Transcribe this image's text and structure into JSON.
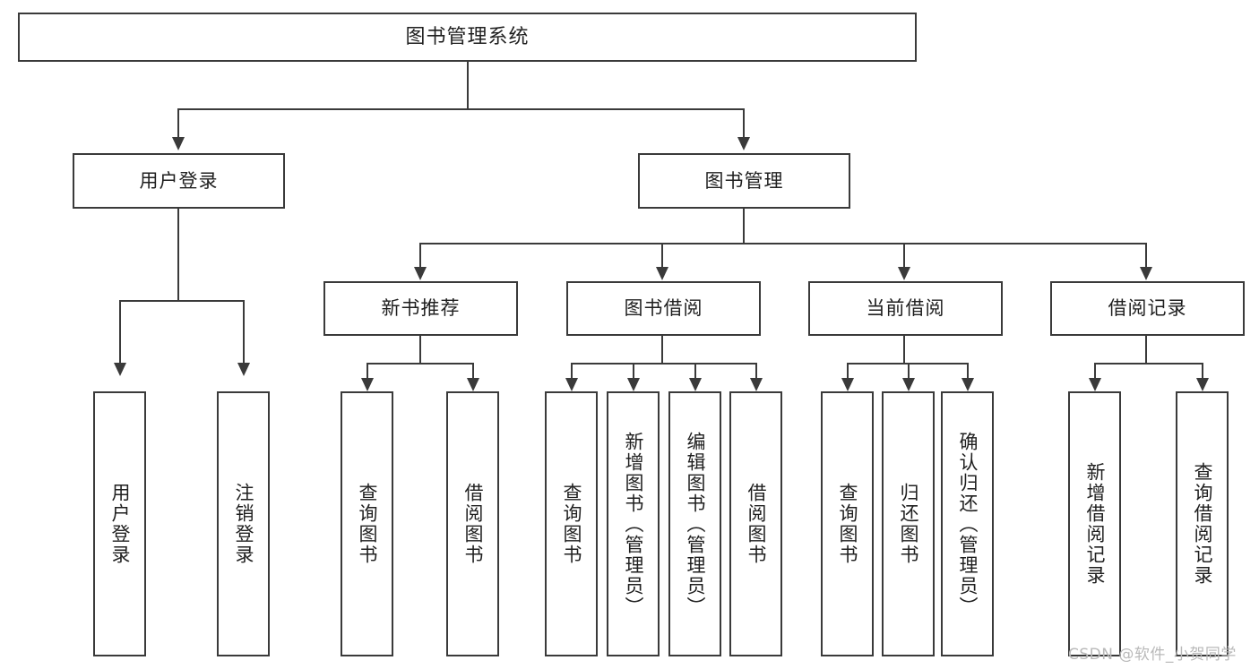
{
  "diagram": {
    "type": "tree",
    "title": "图书管理系统",
    "root": {
      "label": "图书管理系统"
    },
    "level1": [
      {
        "label": "用户登录"
      },
      {
        "label": "图书管理"
      }
    ],
    "level2": [
      {
        "label": "新书推荐"
      },
      {
        "label": "图书借阅"
      },
      {
        "label": "当前借阅"
      },
      {
        "label": "借阅记录"
      }
    ],
    "leaves": {
      "user_login": [
        {
          "label": "用户登录"
        },
        {
          "label": "注销登录"
        }
      ],
      "new_book_recommend": [
        {
          "label": "查询图书"
        },
        {
          "label": "借阅图书"
        }
      ],
      "book_borrow": [
        {
          "label": "查询图书"
        },
        {
          "label": "新增图书（管理员）"
        },
        {
          "label": "编辑图书（管理员）"
        },
        {
          "label": "借阅图书"
        }
      ],
      "current_borrow": [
        {
          "label": "查询图书"
        },
        {
          "label": "归还图书"
        },
        {
          "label": "确认归还（管理员）"
        }
      ],
      "borrow_record": [
        {
          "label": "新增借阅记录"
        },
        {
          "label": "查询借阅记录"
        }
      ]
    }
  },
  "watermark": {
    "text": "CSDN @软件_小贺同学"
  },
  "colors": {
    "stroke": "#3a3a3a",
    "text": "#1f1f1f",
    "background": "#ffffff",
    "watermark": "#b9b9b9"
  }
}
